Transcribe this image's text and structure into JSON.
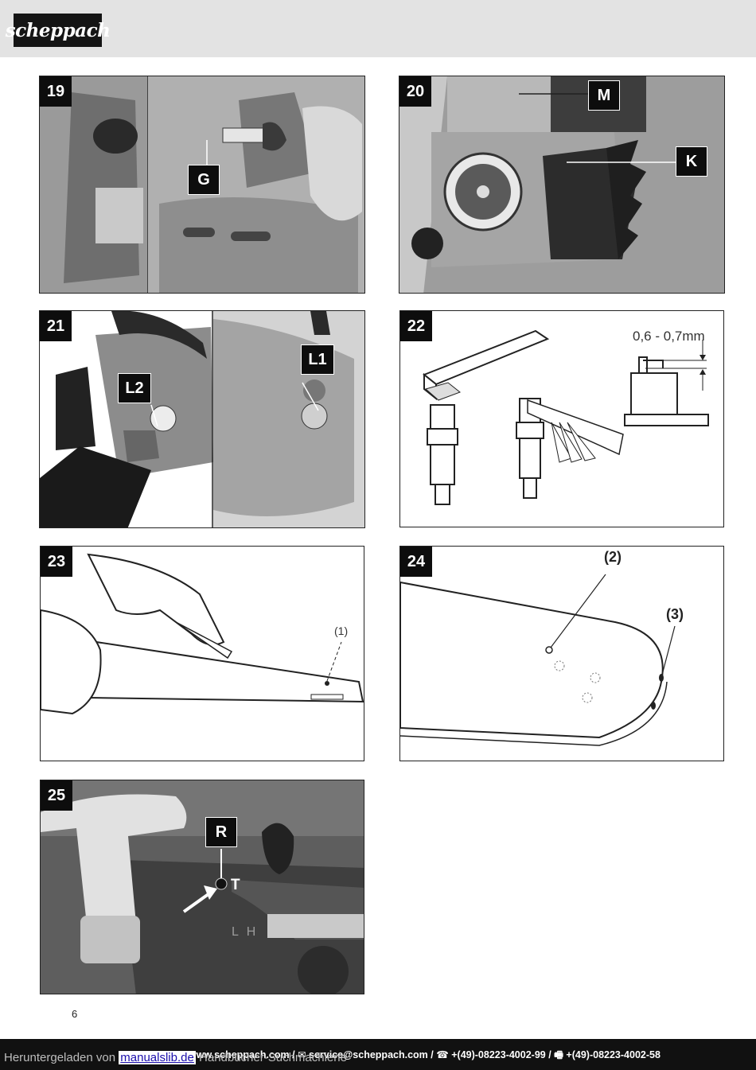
{
  "header": {
    "brand": "scheppach"
  },
  "figures": [
    {
      "number": "19",
      "labels": [
        "G"
      ]
    },
    {
      "number": "20",
      "labels": [
        "M",
        "K"
      ]
    },
    {
      "number": "21",
      "labels": [
        "L2",
        "L1"
      ]
    },
    {
      "number": "22",
      "labels": [
        "0,6 - 0,7mm"
      ]
    },
    {
      "number": "23",
      "labels": [
        "(1)"
      ]
    },
    {
      "number": "24",
      "labels": [
        "(2)",
        "(3)"
      ]
    },
    {
      "number": "25",
      "labels": [
        "R",
        "T",
        "L H"
      ]
    }
  ],
  "page_number": "6",
  "footer": {
    "contact": "www.scheppach.com / ✉ service@scheppach.com / ☎ +(49)-08223-4002-99 / 🖷 +(49)-08223-4002-58",
    "download_prefix": "Heruntergeladen von",
    "download_link": "manualslib.de",
    "download_suffix": "Handbücher-Suchmachiene"
  }
}
